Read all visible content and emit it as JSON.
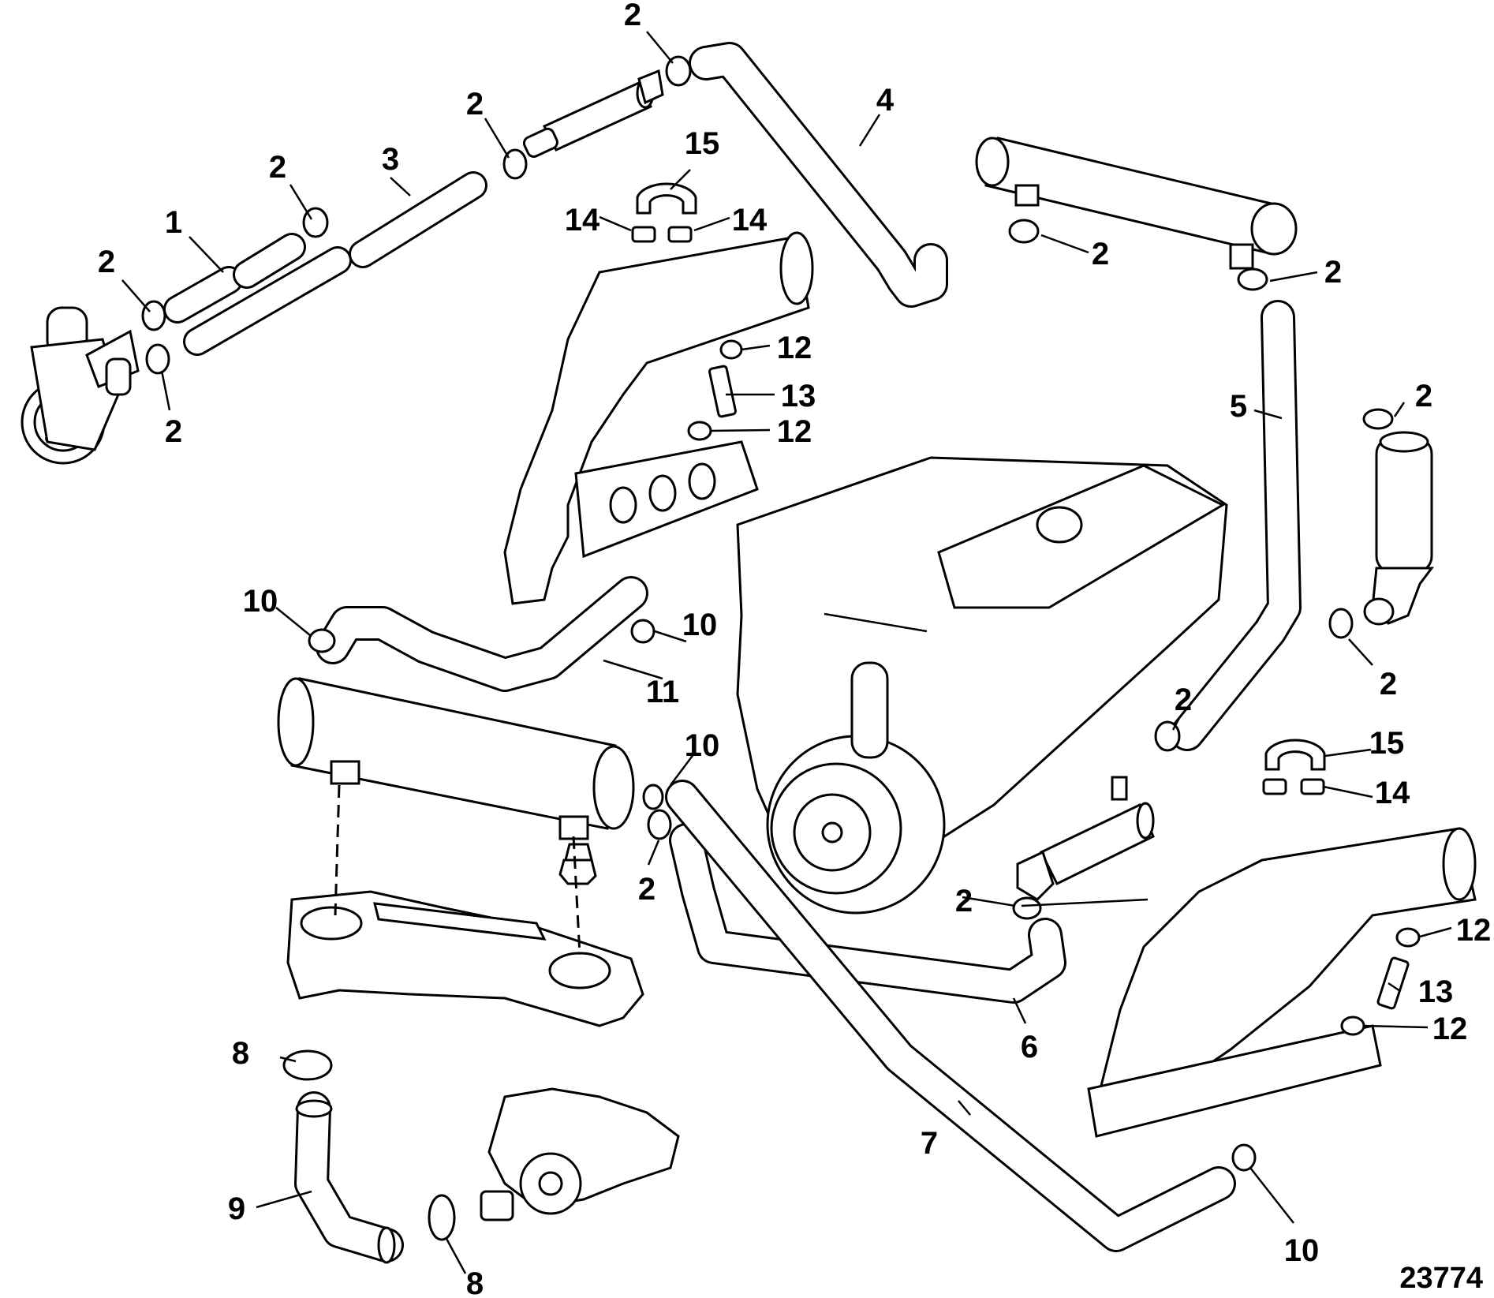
{
  "figure": {
    "number": "23774"
  },
  "callouts": [
    {
      "id": "c1",
      "label": "1"
    },
    {
      "id": "c2a",
      "label": "2"
    },
    {
      "id": "c2b",
      "label": "2"
    },
    {
      "id": "c2c",
      "label": "2"
    },
    {
      "id": "c2d",
      "label": "2"
    },
    {
      "id": "c2e",
      "label": "2"
    },
    {
      "id": "c2f",
      "label": "2"
    },
    {
      "id": "c2g",
      "label": "2"
    },
    {
      "id": "c2h",
      "label": "2"
    },
    {
      "id": "c2i",
      "label": "2"
    },
    {
      "id": "c2j",
      "label": "2"
    },
    {
      "id": "c2k",
      "label": "2"
    },
    {
      "id": "c2l",
      "label": "2"
    },
    {
      "id": "c2m",
      "label": "2"
    },
    {
      "id": "c3",
      "label": "3"
    },
    {
      "id": "c4",
      "label": "4"
    },
    {
      "id": "c5",
      "label": "5"
    },
    {
      "id": "c6",
      "label": "6"
    },
    {
      "id": "c7",
      "label": "7"
    },
    {
      "id": "c8a",
      "label": "8"
    },
    {
      "id": "c8b",
      "label": "8"
    },
    {
      "id": "c9",
      "label": "9"
    },
    {
      "id": "c10a",
      "label": "10"
    },
    {
      "id": "c10b",
      "label": "10"
    },
    {
      "id": "c10c",
      "label": "10"
    },
    {
      "id": "c10d",
      "label": "10"
    },
    {
      "id": "c11",
      "label": "11"
    },
    {
      "id": "c12a",
      "label": "12"
    },
    {
      "id": "c12b",
      "label": "12"
    },
    {
      "id": "c12c",
      "label": "12"
    },
    {
      "id": "c12d",
      "label": "12"
    },
    {
      "id": "c13a",
      "label": "13"
    },
    {
      "id": "c13b",
      "label": "13"
    },
    {
      "id": "c14a",
      "label": "14"
    },
    {
      "id": "c14b",
      "label": "14"
    },
    {
      "id": "c14c",
      "label": "14"
    },
    {
      "id": "c15a",
      "label": "15"
    },
    {
      "id": "c15b",
      "label": "15"
    }
  ]
}
